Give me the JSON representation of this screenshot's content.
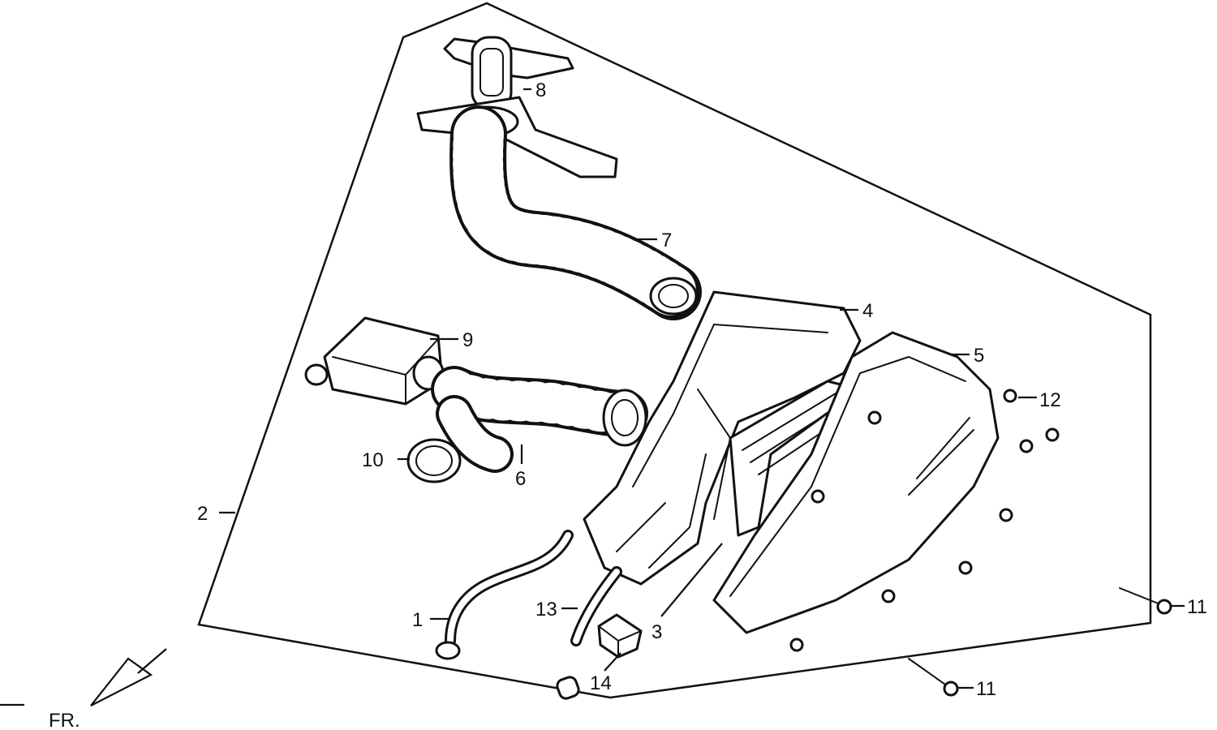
{
  "diagram": {
    "direction_label": "FR.",
    "callouts": [
      {
        "id": "c1",
        "text": "1"
      },
      {
        "id": "c2",
        "text": "2"
      },
      {
        "id": "c3",
        "text": "3"
      },
      {
        "id": "c4",
        "text": "4"
      },
      {
        "id": "c5",
        "text": "5"
      },
      {
        "id": "c6",
        "text": "6"
      },
      {
        "id": "c7",
        "text": "7"
      },
      {
        "id": "c8",
        "text": "8"
      },
      {
        "id": "c9",
        "text": "9"
      },
      {
        "id": "c10",
        "text": "10"
      },
      {
        "id": "c11a",
        "text": "11"
      },
      {
        "id": "c11b",
        "text": "11"
      },
      {
        "id": "c12",
        "text": "12"
      },
      {
        "id": "c13",
        "text": "13"
      },
      {
        "id": "c14",
        "text": "14"
      }
    ]
  }
}
